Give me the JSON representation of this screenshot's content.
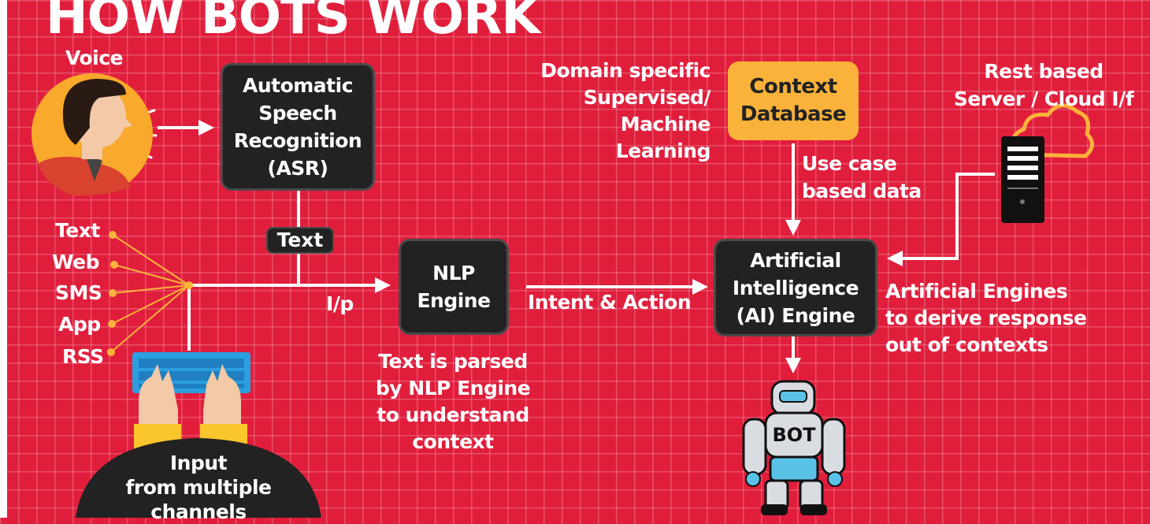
{
  "title": "HOW BOTS WORK",
  "voice_label": "Voice",
  "asr_box": "Automatic\nSpeech\nRecognition\n(ASR)",
  "text_pill": "Text",
  "channels": [
    "Text",
    "Web",
    "SMS",
    "App",
    "RSS"
  ],
  "ip_label": "I/p",
  "input_label": "Input\nfrom multiple\nchannels",
  "nlp_box": "NLP\nEngine",
  "nlp_caption": "Text is parsed\nby NLP Engine\nto understand\ncontext",
  "intent_label": "Intent & Action",
  "domain_label": "Domain specific\nSupervised/\nMachine Learning",
  "context_box": "Context\nDatabase",
  "usecase_label": "Use case\nbased data",
  "rest_label": "Rest based\nServer / Cloud I/f",
  "ai_box": "Artificial\nIntelligence\n(AI) Engine",
  "engines_caption": "Artificial Engines\nto derive response\nout of contexts",
  "bot_label": "BOT",
  "colors": {
    "background": "#e01e3c",
    "box_dark": "#222222",
    "box_orange": "#fbb23a",
    "dot_yellow": "#fbb23a",
    "robot_blue": "#5bc2e7"
  },
  "icons": [
    "person-speaking-icon",
    "keyboard-hands-icon",
    "server-icon",
    "cloud-icon",
    "robot-icon"
  ]
}
